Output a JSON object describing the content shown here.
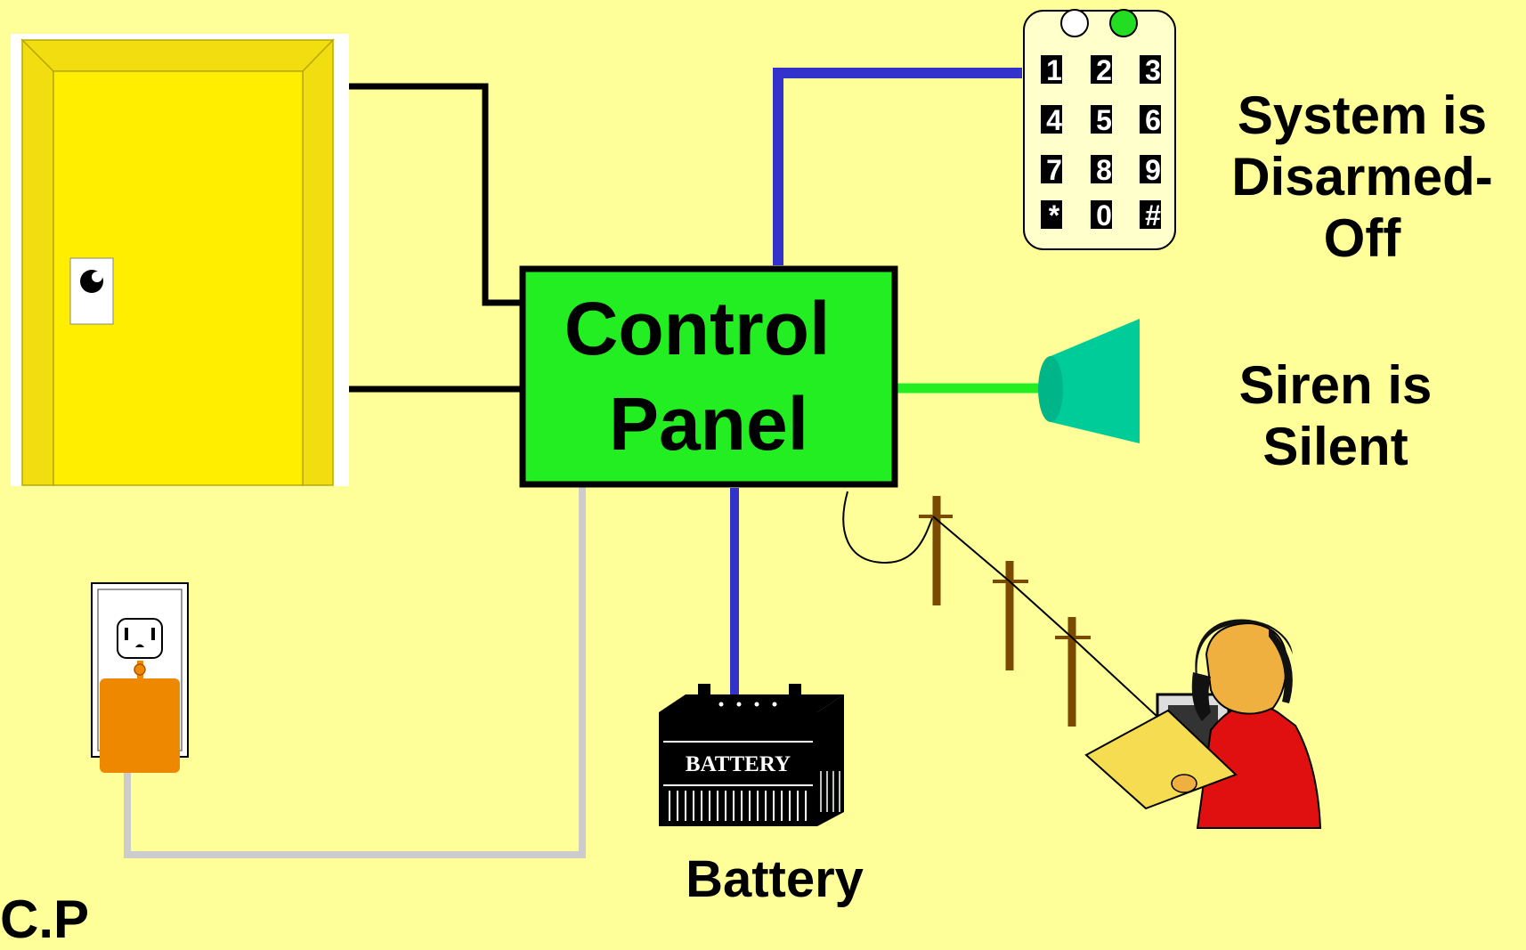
{
  "control_panel": {
    "line1": "Control",
    "line2": "Panel"
  },
  "keypad": {
    "keys": [
      "1",
      "2",
      "3",
      "4",
      "5",
      "6",
      "7",
      "8",
      "9",
      "*",
      "0",
      "#"
    ],
    "led_left_color": "#FFFFFF",
    "led_right_color": "#22DD22"
  },
  "status": {
    "system_lines": [
      "System is",
      "Disarmed-",
      "Off"
    ],
    "siren_lines": [
      "Siren is",
      "Silent"
    ]
  },
  "battery": {
    "label": "BATTERY",
    "caption": "Battery"
  },
  "ac_power": {
    "caption": "C.P"
  },
  "colors": {
    "background": "#FFFF99",
    "panel": "#22EE22",
    "door": "#FFEE00",
    "keypad_wire": "#3333CC",
    "siren_wire": "#22EE22",
    "siren": "#00CC99",
    "power_wire": "#CCCCCC",
    "transformer": "#EE8800"
  }
}
